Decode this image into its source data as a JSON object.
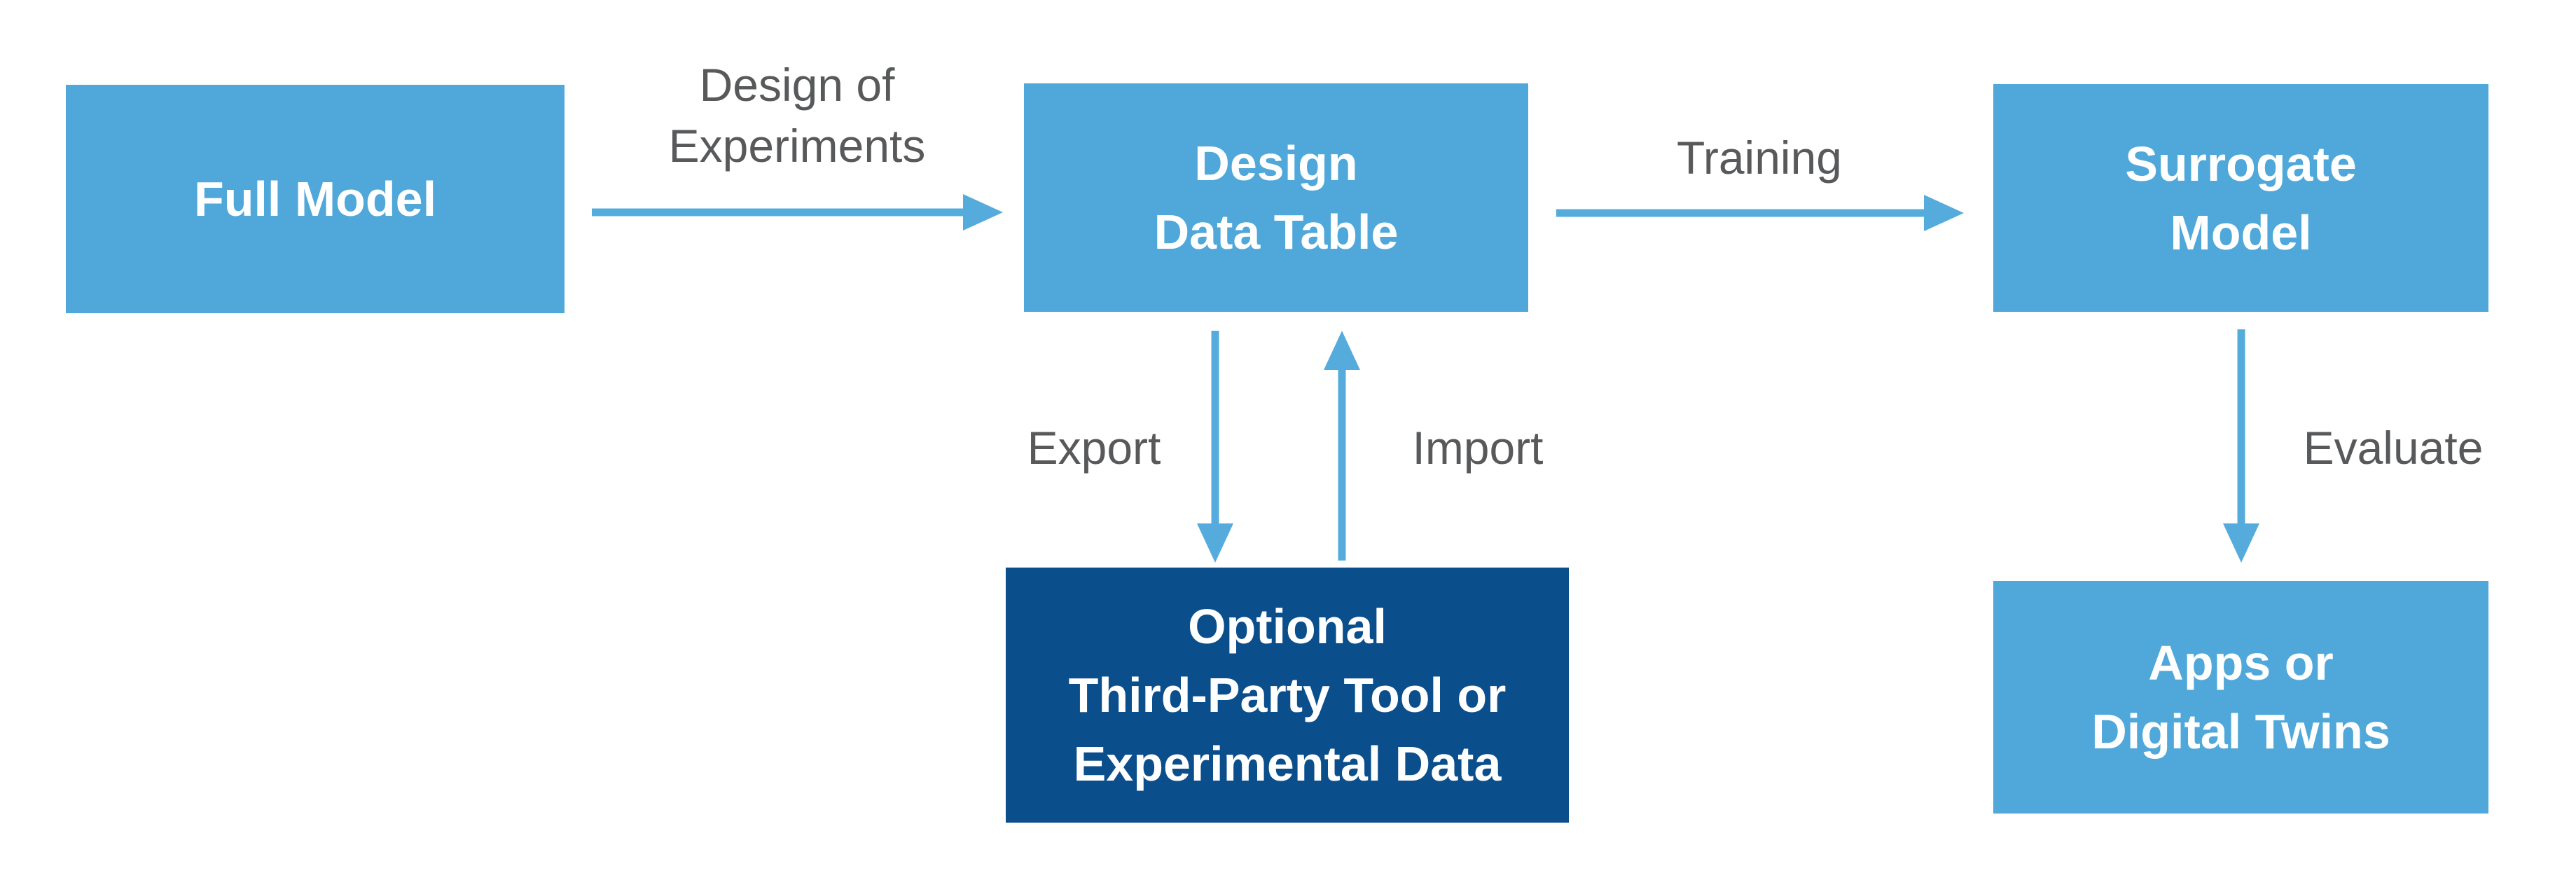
{
  "colors": {
    "node_light": "#4FA8D9",
    "node_dark": "#0B4E8C",
    "arrow": "#55ACDC",
    "label_text": "#58595B",
    "node_text": "#FFFFFF",
    "background": "#FFFFFF"
  },
  "nodes": {
    "full_model": {
      "label": "Full Model"
    },
    "design_data_table": {
      "label": "Design\nData Table"
    },
    "surrogate_model": {
      "label": "Surrogate\nModel"
    },
    "optional_third_party": {
      "label": "Optional\nThird-Party Tool or\nExperimental Data"
    },
    "apps_digital_twins": {
      "label": "Apps or\nDigital Twins"
    }
  },
  "edges": {
    "design_of_experiments": {
      "label": "Design of\nExperiments"
    },
    "training": {
      "label": "Training"
    },
    "export": {
      "label": "Export"
    },
    "import": {
      "label": "Import"
    },
    "evaluate": {
      "label": "Evaluate"
    }
  }
}
